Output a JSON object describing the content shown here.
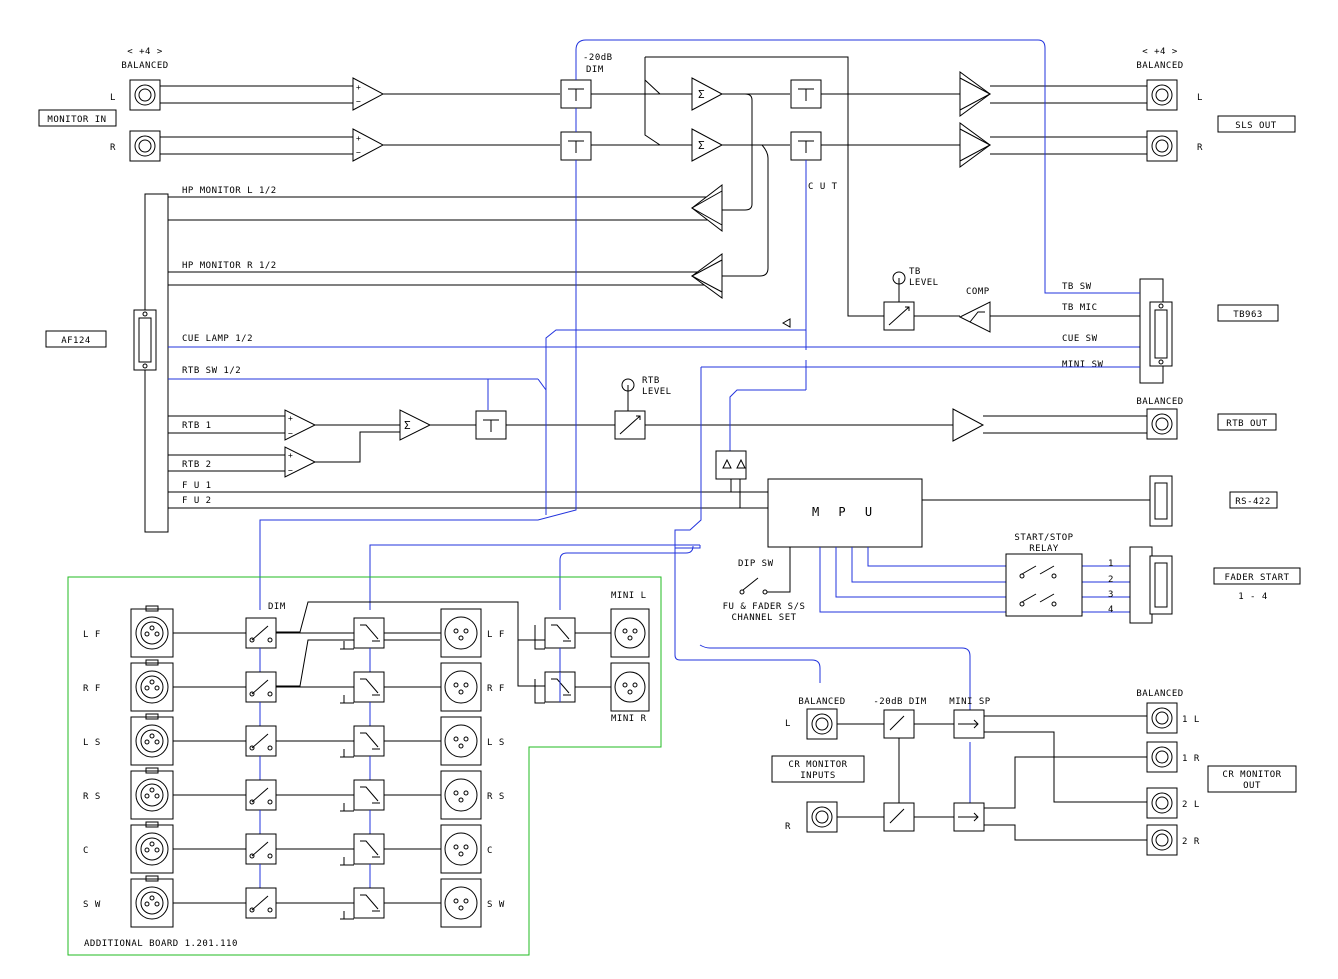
{
  "labels": {
    "bal_l_top": "< +4 >",
    "bal_l_bot": "BALANCED",
    "bal_r_top": "< +4 >",
    "bal_r_bot": "BALANCED",
    "ch_l": "L",
    "ch_r": "R",
    "ch_l_out": "L",
    "ch_r_out": "R",
    "monitor_in": "MONITOR IN",
    "sls_out": "SLS OUT",
    "dim_top": "-20dB",
    "dim_bot": "DIM",
    "cut": "C U T",
    "hp_l": "HP MONITOR L 1/2",
    "hp_r": "HP MONITOR R 1/2",
    "af124": "AF124",
    "cue_lamp": "CUE LAMP 1/2",
    "rtb_sw": "RTB SW 1/2",
    "rtb1": "RTB 1",
    "rtb2": "RTB 2",
    "fu1": "F U 1",
    "fu2": "F U 2",
    "tb_level_1": "TB",
    "tb_level_2": "LEVEL",
    "comp": "COMP",
    "tb_sw": "TB SW",
    "tb_mic": "TB MIC",
    "cue_sw": "CUE SW",
    "mini_sw": "MINI SW",
    "tb963": "TB963",
    "rtb_level_1": "RTB",
    "rtb_level_2": "LEVEL",
    "balanced_rtb": "BALANCED",
    "rtb_out": "RTB OUT",
    "mpu": "M P U",
    "rs422": "RS-422",
    "start_stop_1": "START/STOP",
    "start_stop_2": "RELAY",
    "fader_start": "FADER START",
    "fader_range": "1 - 4",
    "dip_sw": "DIP SW",
    "fu_fader_1": "FU & FADER S/S",
    "fu_fader_2": "CHANNEL SET",
    "fs1": "1",
    "fs2": "2",
    "fs3": "3",
    "fs4": "4",
    "dim_board": "DIM",
    "mini_l": "MINI L",
    "mini_r": "MINI R",
    "additional_board": "ADDITIONAL BOARD 1.201.110",
    "cr_balanced_in": "BALANCED",
    "cr_dim": "-20dB DIM",
    "cr_mini_sp": "MINI SP",
    "cr_l": "L",
    "cr_r": "R",
    "cr_inputs_1": "CR MONITOR",
    "cr_inputs_2": "INPUTS",
    "cr_balanced_out": "BALANCED",
    "cr_1l": "1 L",
    "cr_1r": "1 R",
    "cr_2l": "2 L",
    "cr_2r": "2 R",
    "cr_out_1": "CR MONITOR",
    "cr_out_2": "OUT"
  },
  "channels": [
    "L F",
    "R F",
    "L S",
    "R S",
    "C",
    "S W"
  ],
  "channels_right": [
    "L F",
    "R F",
    "L S",
    "R S",
    "C",
    "S W"
  ],
  "colors": {
    "line": "#000000",
    "control": "#2233dd",
    "board": "#22bb22"
  }
}
